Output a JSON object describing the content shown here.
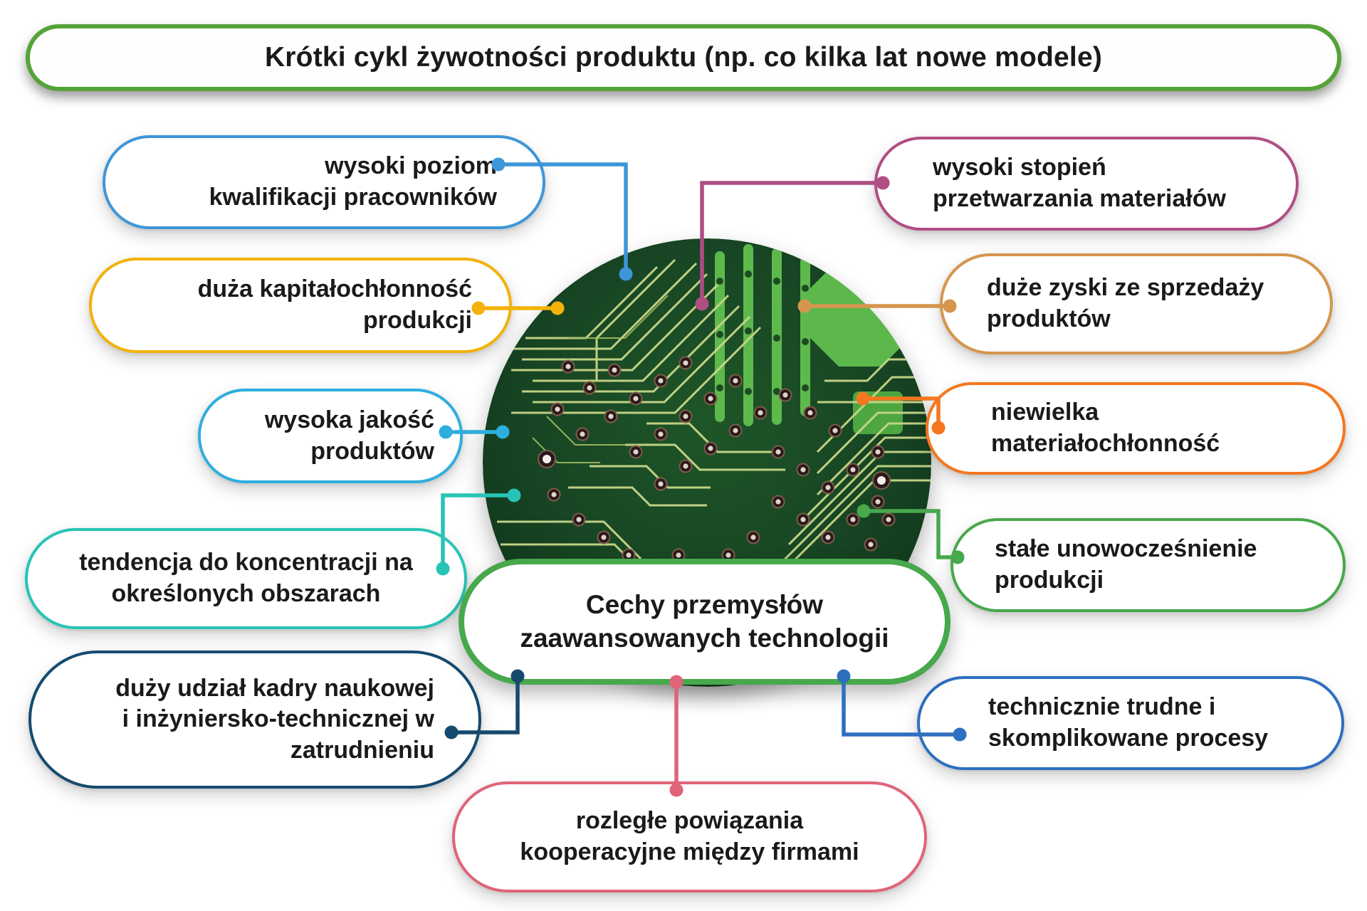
{
  "banner": {
    "text": "Krótki cykl żywotności produktu (np. co kilka lat nowe modele)",
    "border_color": "#55a337"
  },
  "center_bubble": {
    "lines": [
      "Cechy przemysłów",
      "zaawansowanych technologii"
    ],
    "border_color": "#47a84c"
  },
  "circuit_image": {
    "description": "circular photo of green printed circuit board",
    "board_color": "#174423",
    "trace_color": "#c9d78a"
  },
  "items": {
    "high_qualifications": {
      "lines": [
        "wysoki poziom",
        "kwalifikacji pracowników"
      ],
      "color": "#3e96d9"
    },
    "capital_intensity": {
      "lines": [
        "duża kapitałochłonność",
        "produkcji"
      ],
      "color": "#f2b20a"
    },
    "high_quality": {
      "lines": [
        "wysoka jakość",
        "produktów"
      ],
      "color": "#2eaede"
    },
    "concentration_tendency": {
      "lines": [
        "tendencja do koncentracji na",
        "określonych obszarach"
      ],
      "color": "#27c4b6"
    },
    "scientific_staff": {
      "lines": [
        "duży udział kadry naukowej",
        "i inżyniersko-technicznej w",
        "zatrudnieniu"
      ],
      "color": "#164a6e"
    },
    "processing_degree": {
      "lines": [
        "wysoki stopień",
        "przetwarzania materiałów"
      ],
      "color": "#b04d83"
    },
    "high_profits": {
      "lines": [
        "duże zyski ze sprzedaży",
        "produktów"
      ],
      "color": "#d6954e"
    },
    "low_material_use": {
      "lines": [
        "niewielka",
        "materiałochłonność"
      ],
      "color": "#f4771f"
    },
    "constant_modernization": {
      "lines": [
        "stałe unowocześnienie",
        "produkcji"
      ],
      "color": "#47a84c"
    },
    "complex_processes": {
      "lines": [
        "technicznie trudne i",
        "skomplikowane procesy"
      ],
      "color": "#2e6fc0"
    },
    "cooperation_links": {
      "lines": [
        "rozległe powiązania",
        "kooperacyjne między firmami"
      ],
      "color": "#e06379"
    }
  }
}
